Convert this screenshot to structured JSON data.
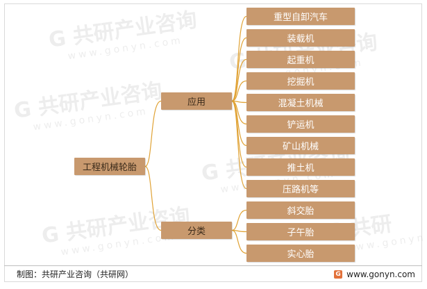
{
  "diagram": {
    "root": "工程机械轮胎",
    "branches": [
      {
        "label": "应用",
        "children": [
          "重型自卸汽车",
          "装载机",
          "起重机",
          "挖掘机",
          "混凝土机械",
          "铲运机",
          "矿山机械",
          "推土机",
          "压路机等"
        ]
      },
      {
        "label": "分类",
        "children": [
          "斜交胎",
          "子午胎",
          "实心胎"
        ]
      }
    ],
    "colors": {
      "node_fill": "#c8996e",
      "connector": "#e0a234"
    }
  },
  "footer": {
    "source": "制图：共研产业咨询（共研网）",
    "website": "www.gonyn.com",
    "logo_icon": "gonyn-logo-icon"
  },
  "watermark": {
    "text": "共研产业咨询",
    "url": "www.gonyn.com"
  }
}
